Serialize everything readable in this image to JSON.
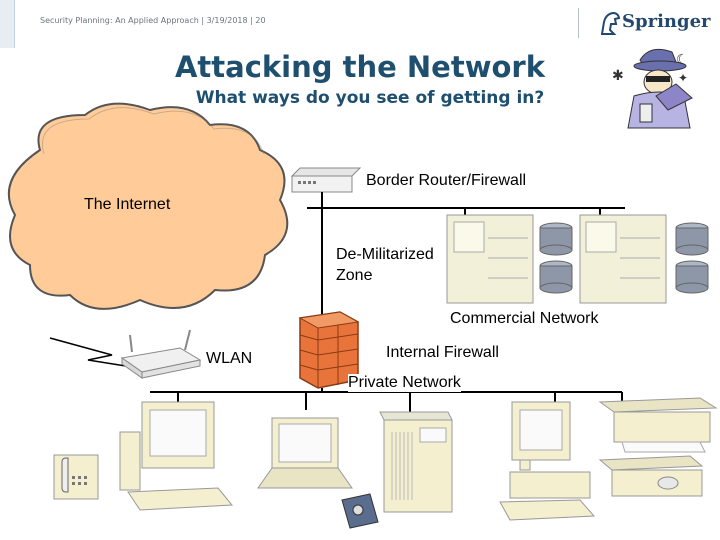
{
  "header": {
    "meta_text": "Security Planning: An Applied Approach | 3/19/2018 | 20",
    "logo_text": "Springer"
  },
  "slide": {
    "title": "Attacking the Network",
    "subtitle": "What ways do you see of getting in?"
  },
  "diagram": {
    "labels": {
      "internet": "The Internet",
      "border_router": "Border Router/Firewall",
      "dmz": "De-Militarized\nZone",
      "commercial": "Commercial Network",
      "wlan": "WLAN",
      "internal_firewall": "Internal Firewall",
      "private": "Private Network"
    }
  },
  "colors": {
    "title": "#1e4f6e",
    "cloud_fill": "#ffcc99",
    "cloud_stroke": "#555555",
    "firewall": "#e8743b",
    "line": "#000000"
  }
}
